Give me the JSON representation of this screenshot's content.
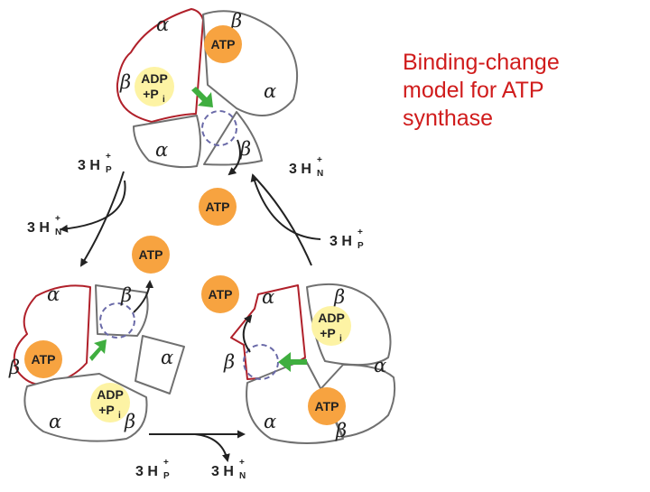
{
  "caption": {
    "lines": [
      "Binding-change",
      "model for ATP",
      "synthase"
    ],
    "color": "#d01c1c"
  },
  "labels": {
    "alpha": "α",
    "beta": "β",
    "atp": "ATP",
    "adp": "ADP",
    "pi_prefix": "+P",
    "pi_sub": "i",
    "proton_count": "3 H",
    "plus": "+",
    "p_side": "P",
    "n_side": "N"
  },
  "colors": {
    "atp_fill": "#f7a340",
    "adp_fill": "#fdf3a4",
    "open_subunit": "#b0202a",
    "subunit_outline": "#6f6f6f",
    "rotation_arrow": "#3fae3f",
    "gamma_dash": "#6a6aa8",
    "arrow": "#222222"
  },
  "icons": [
    "green-rotation-arrow",
    "curved-release-arrow",
    "proton-flow-arrow"
  ]
}
